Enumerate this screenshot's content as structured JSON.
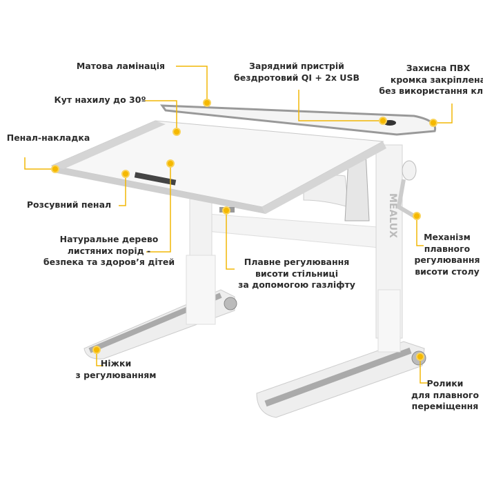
{
  "colors": {
    "accent": "#f2b705",
    "frame": "#f2f2f2",
    "trim": "#a9a9a9"
  },
  "brand_mark": "MEALUX",
  "callouts": {
    "matte": {
      "lines": [
        "Матова ламінація"
      ]
    },
    "tilt": {
      "lines": [
        "Кут нахилу до 30º"
      ]
    },
    "pencil_case": {
      "lines": [
        "Пенал-накладка"
      ]
    },
    "sliding_case": {
      "lines": [
        "Розсувний пенал"
      ]
    },
    "wood": {
      "lines": [
        "Натуральне дерево",
        "листяних порід -",
        "безпека та здоров’я дітей"
      ]
    },
    "charger": {
      "lines": [
        "Зарядний пристрій",
        "бездротовий QI + 2x USB"
      ]
    },
    "edge": {
      "lines": [
        "Захисна ПВХ",
        "кромка закріплена",
        "без використання клею"
      ]
    },
    "mechanism": {
      "lines": [
        "Механізм",
        "плавного",
        "регулювання",
        "висоти столу"
      ]
    },
    "gaslift": {
      "lines": [
        "Плавне регулювання",
        "висоти стільниці",
        "за допомогою газліфту"
      ]
    },
    "legs": {
      "lines": [
        "Ніжки",
        "з регулюванням"
      ]
    },
    "wheels": {
      "lines": [
        "Ролики",
        "для плавного",
        "переміщення"
      ]
    }
  }
}
